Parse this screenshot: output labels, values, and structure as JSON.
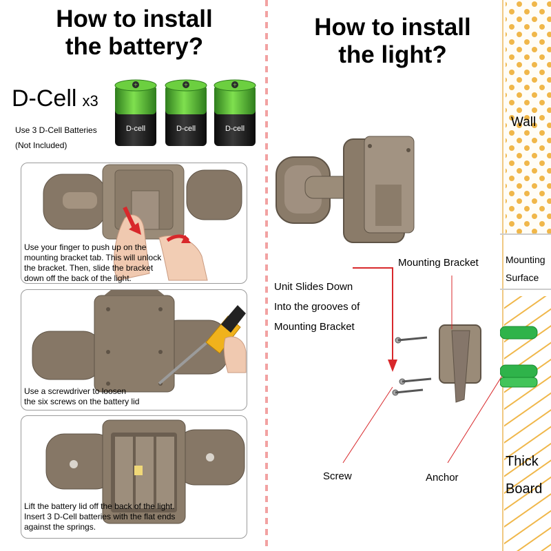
{
  "battery": {
    "title_line1": "How to install",
    "title_line2": "the battery?",
    "dcell_label": "D-Cell",
    "dcell_count": "x3",
    "battery_cell_label": "D-cell",
    "use_note": "Use 3 D-Cell Batteries",
    "not_included": "(Not Included)",
    "steps": [
      {
        "lines": [
          "Use your finger to push up on the",
          "mounting bracket tab. This will unlock",
          "the bracket. Then, slide the bracket",
          "down off the back of the light."
        ]
      },
      {
        "lines": [
          "Use a screwdriver to loosen",
          "the six screws on the battery lid"
        ]
      },
      {
        "lines": [
          "Lift the battery lid off the back of the light.",
          "Insert 3 D-Cell batteries with the flat ends",
          "against the springs."
        ]
      }
    ]
  },
  "light": {
    "title_line1": "How to install",
    "title_line2": "the light?",
    "mounting_bracket": "Mounting Bracket",
    "slides_line1": "Unit Slides Down",
    "slides_line2": "Into the grooves of",
    "slides_line3": "Mounting Bracket",
    "screw": "Screw",
    "anchor": "Anchor"
  },
  "wall": {
    "wall": "Wall",
    "mounting_line1": "Mounting",
    "mounting_line2": "Surface",
    "thick": "Thick",
    "board": "Board"
  },
  "colors": {
    "divider": "#f2a2a2",
    "arrow": "#d8282b",
    "plastic": "#8a7b6a",
    "battery_green": "#5ec43a",
    "wall_dots": "#f0b74a",
    "anchor_green": "#2fb34a"
  }
}
